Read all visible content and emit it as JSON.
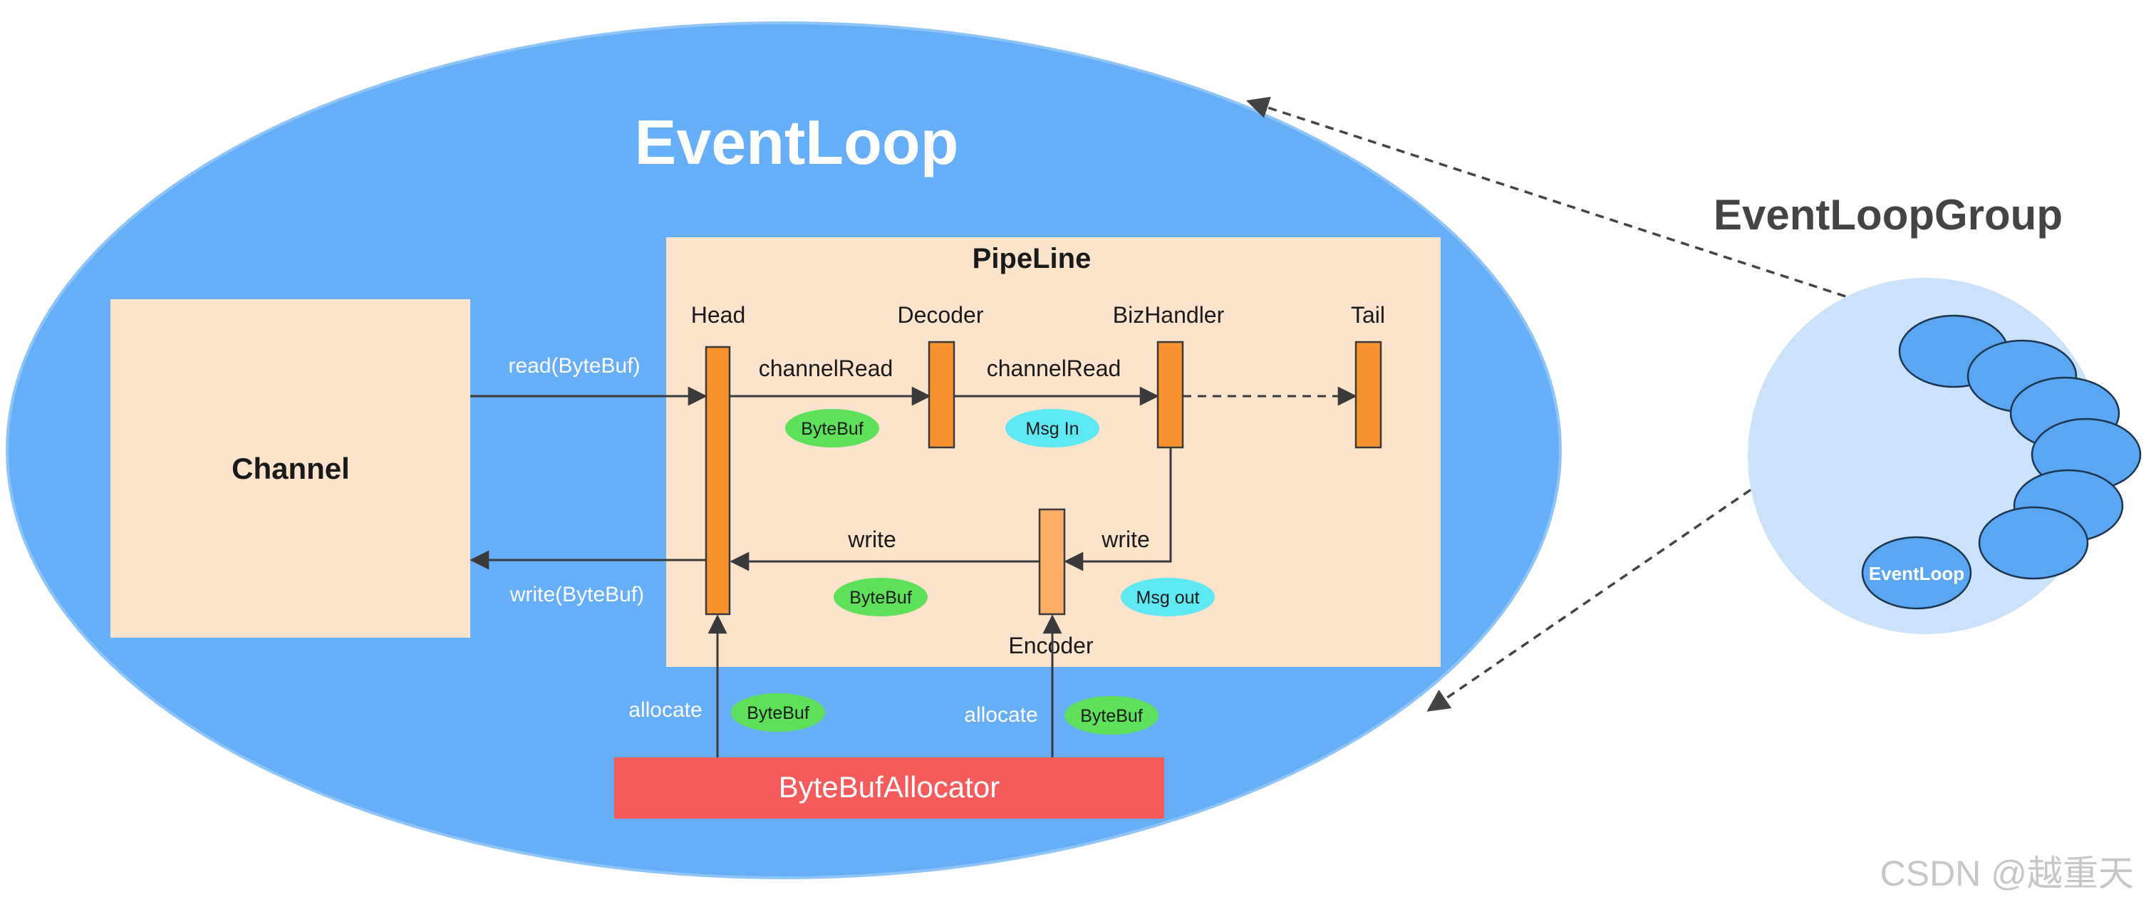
{
  "eventloop": {
    "title": "EventLoop"
  },
  "pipeline": {
    "title": "PipeLine"
  },
  "channel": {
    "label": "Channel"
  },
  "handlers": {
    "head": "Head",
    "decoder": "Decoder",
    "biz": "BizHandler",
    "tail": "Tail",
    "encoder": "Encoder"
  },
  "flows": {
    "read": "read(ByteBuf)",
    "write": "write(ByteBuf)",
    "channel_read_1": "channelRead",
    "channel_read_2": "channelRead",
    "write_1": "write",
    "write_2": "write",
    "allocate_1": "allocate",
    "allocate_2": "allocate"
  },
  "badges": {
    "bytebuf_1": "ByteBuf",
    "msg_in": "Msg In",
    "bytebuf_2": "ByteBuf",
    "msg_out": "Msg out",
    "bytebuf_3": "ByteBuf",
    "bytebuf_4": "ByteBuf"
  },
  "allocator": {
    "label": "ByteBufAllocator"
  },
  "group": {
    "title": "EventLoopGroup",
    "item_label": "EventLoop"
  },
  "watermark": "CSDN @越重天",
  "colors": {
    "eventloop_fill": "#66AEF8",
    "panel_fill": "#FCE4CC",
    "handler_fill": "#F7922F",
    "bytebuf_badge": "#5FE05A",
    "msg_badge": "#5EE8F2",
    "allocator_fill": "#F55A5D",
    "group_circle": "#CBE3FA",
    "group_item": "#5AA6F2"
  }
}
